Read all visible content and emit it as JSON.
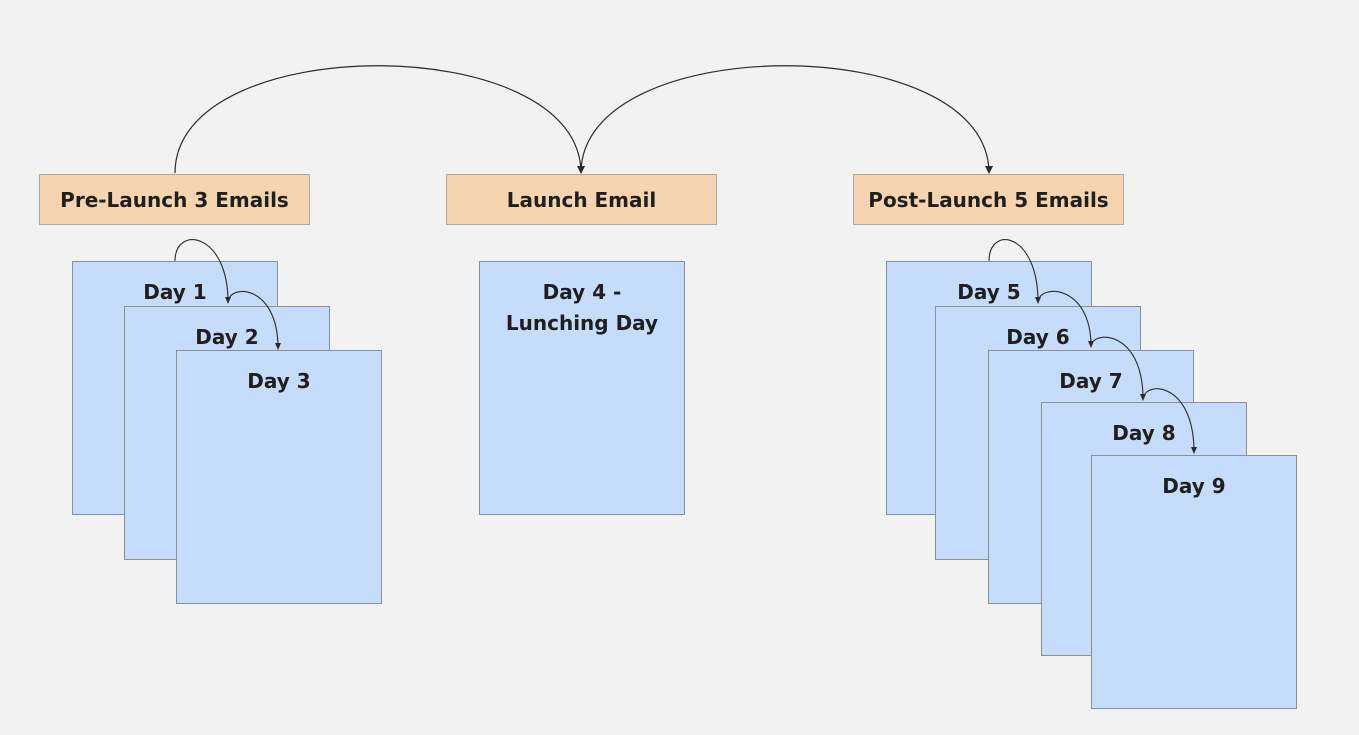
{
  "headers": {
    "pre_launch": "Pre-Launch 3 Emails",
    "launch": "Launch Email",
    "post_launch": "Post-Launch 5 Emails"
  },
  "days": {
    "day1": "Day 1",
    "day2": "Day 2",
    "day3": "Day 3",
    "day4": "Day 4 - Lunching Day",
    "day5": "Day 5",
    "day6": "Day 6",
    "day7": "Day 7",
    "day8": "Day 8",
    "day9": "Day 9"
  },
  "colors": {
    "background": "#f2f2f2",
    "header_fill": "#f6d4b0",
    "card_fill": "#c5dcfb",
    "connector": "#2b2b2b"
  }
}
